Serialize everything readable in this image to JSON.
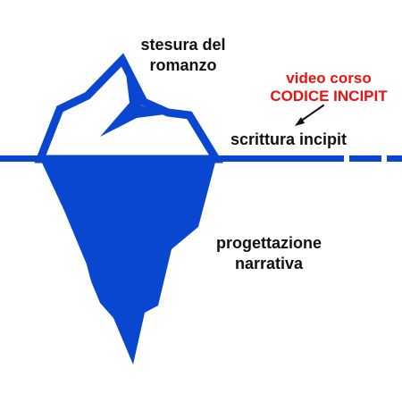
{
  "diagram": {
    "labels": {
      "tip": [
        "stesura del",
        "romanzo"
      ],
      "waterline": "scrittura incipit",
      "underwater": [
        "progettazione",
        "narrativa"
      ],
      "callout": [
        "video corso",
        "CODICE INCIPIT"
      ]
    },
    "colors": {
      "iceberg": "#0a47d1",
      "waterline": "#0a47d1",
      "callout_text": "#ee1111",
      "label_text": "#111111",
      "background": "#ffffff"
    }
  }
}
